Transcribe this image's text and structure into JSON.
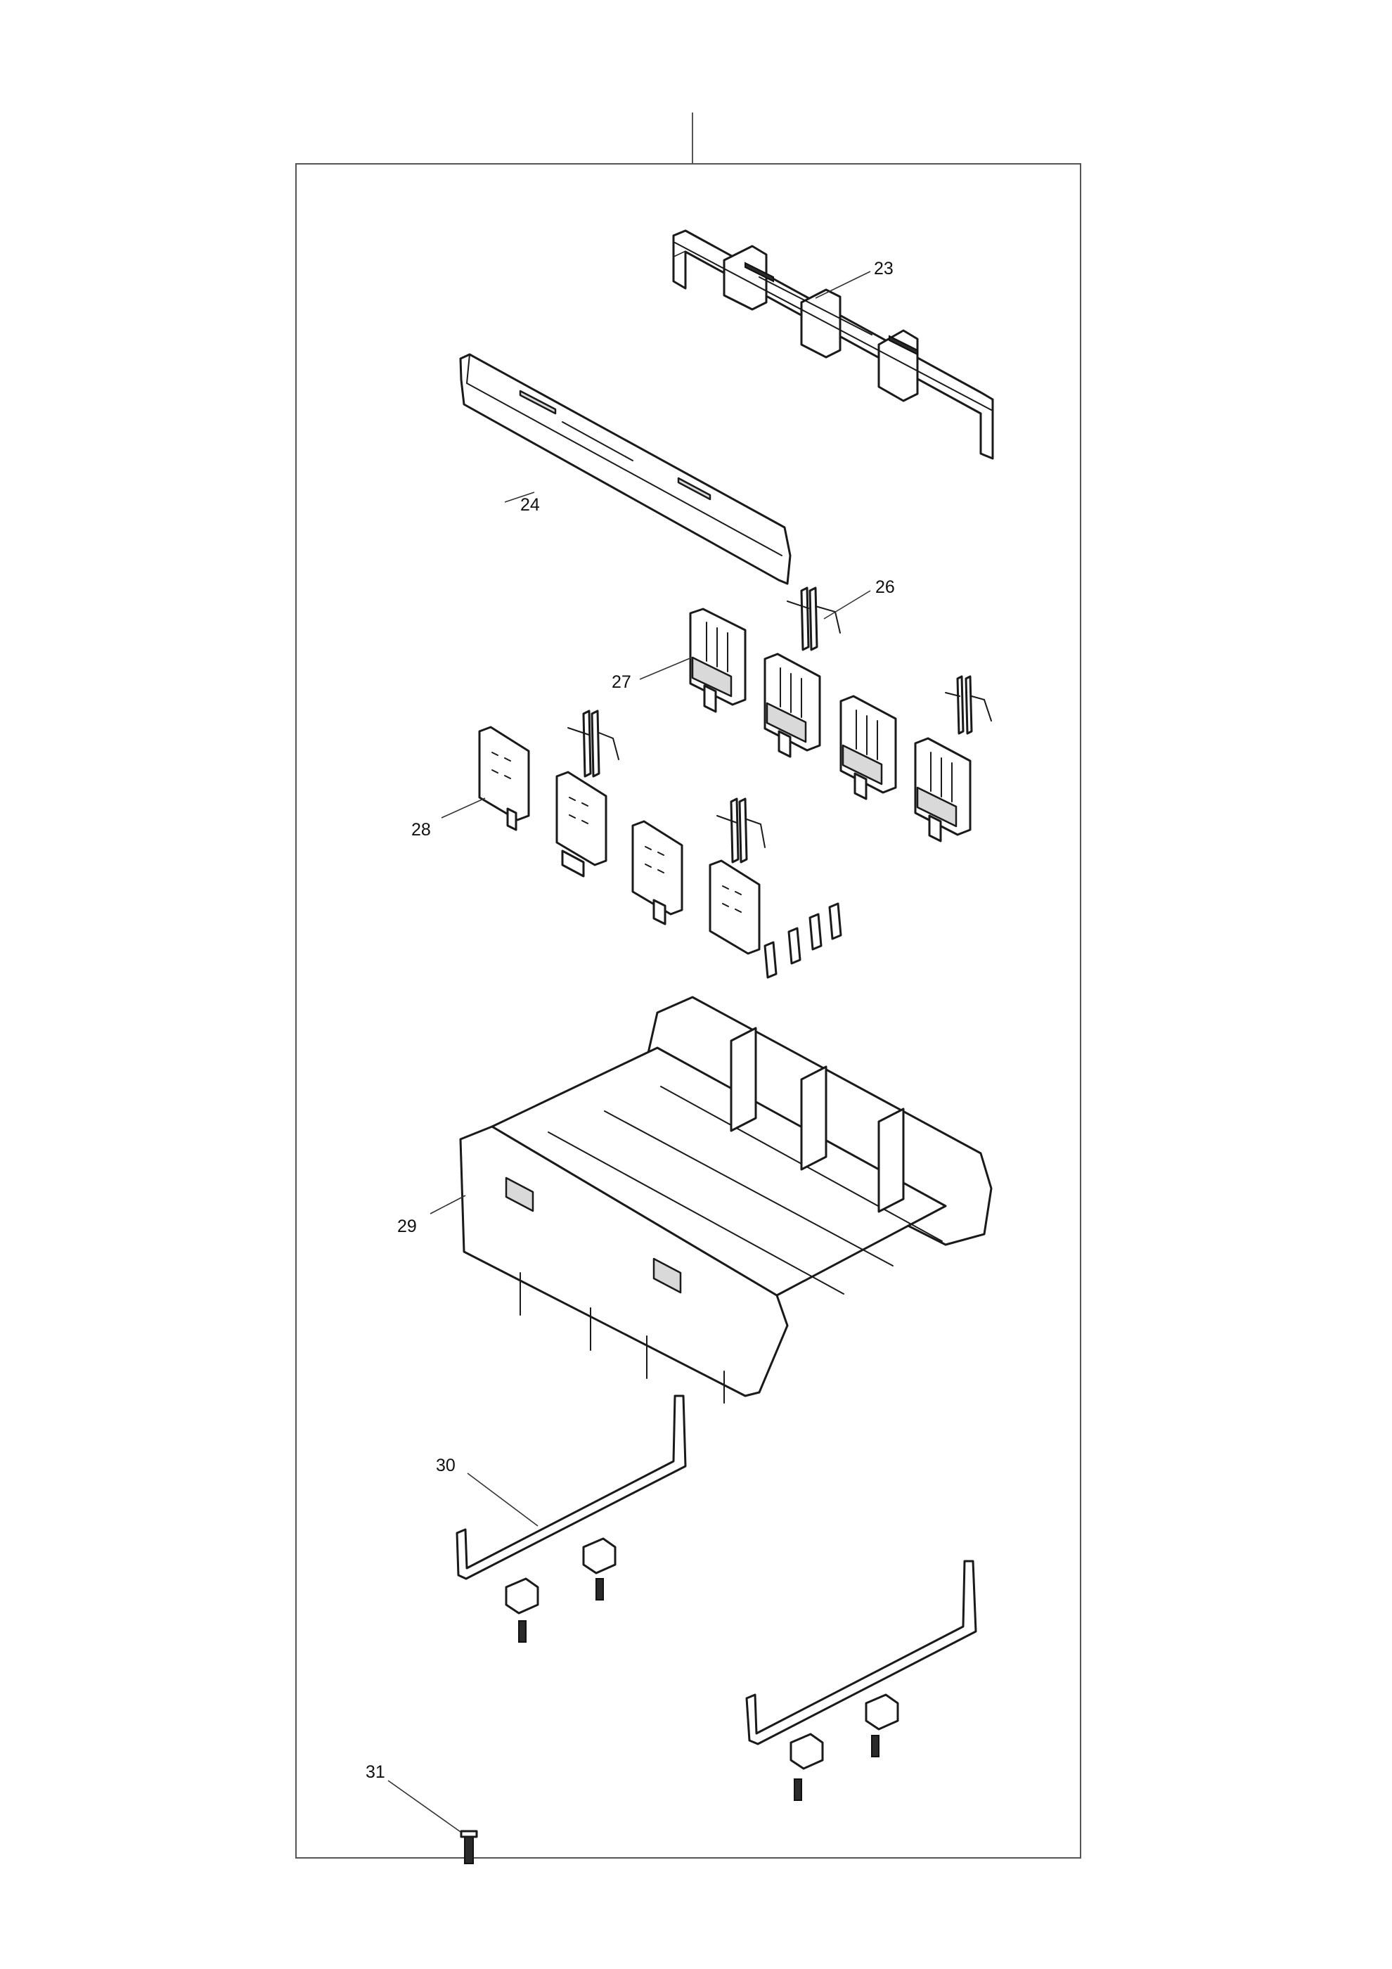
{
  "callouts": {
    "c23": "23",
    "c24": "24",
    "c26": "26",
    "c27": "27",
    "c28": "28",
    "c29": "29",
    "c30": "30",
    "c31": "31"
  }
}
